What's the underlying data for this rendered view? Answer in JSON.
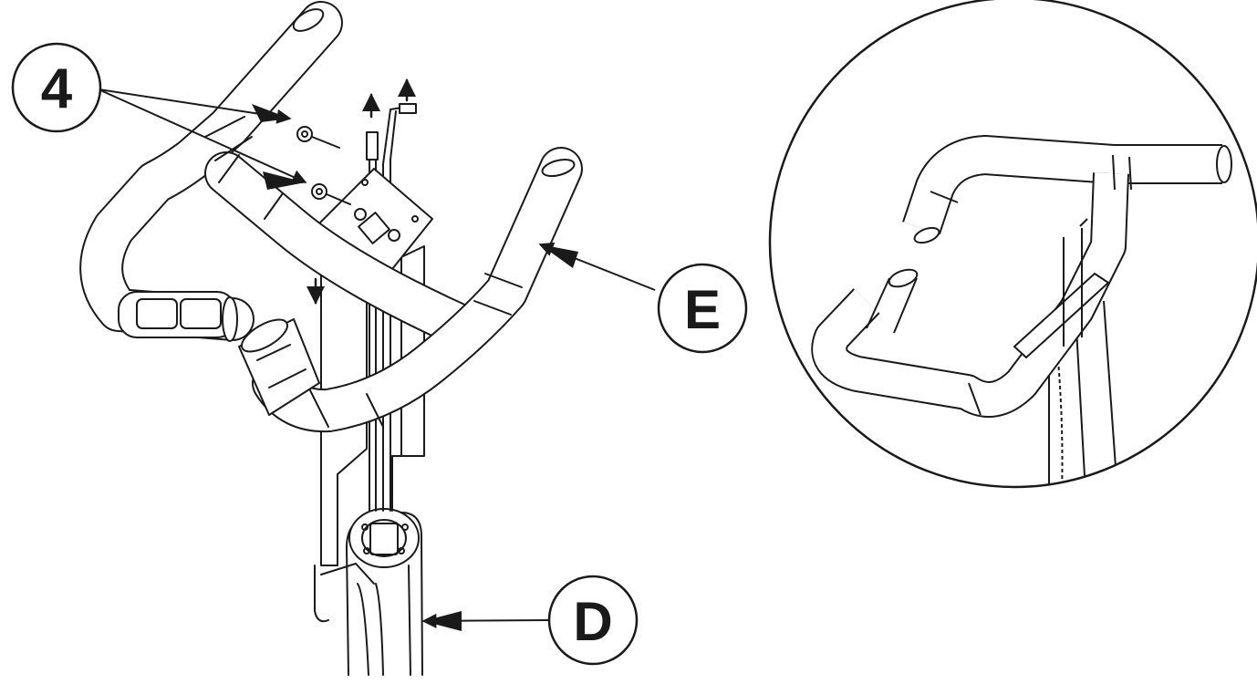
{
  "callouts": {
    "part_4": "4",
    "part_e": "E",
    "part_d": "D"
  },
  "colors": {
    "line": "#1a1a1a",
    "fill": "#ffffff"
  }
}
